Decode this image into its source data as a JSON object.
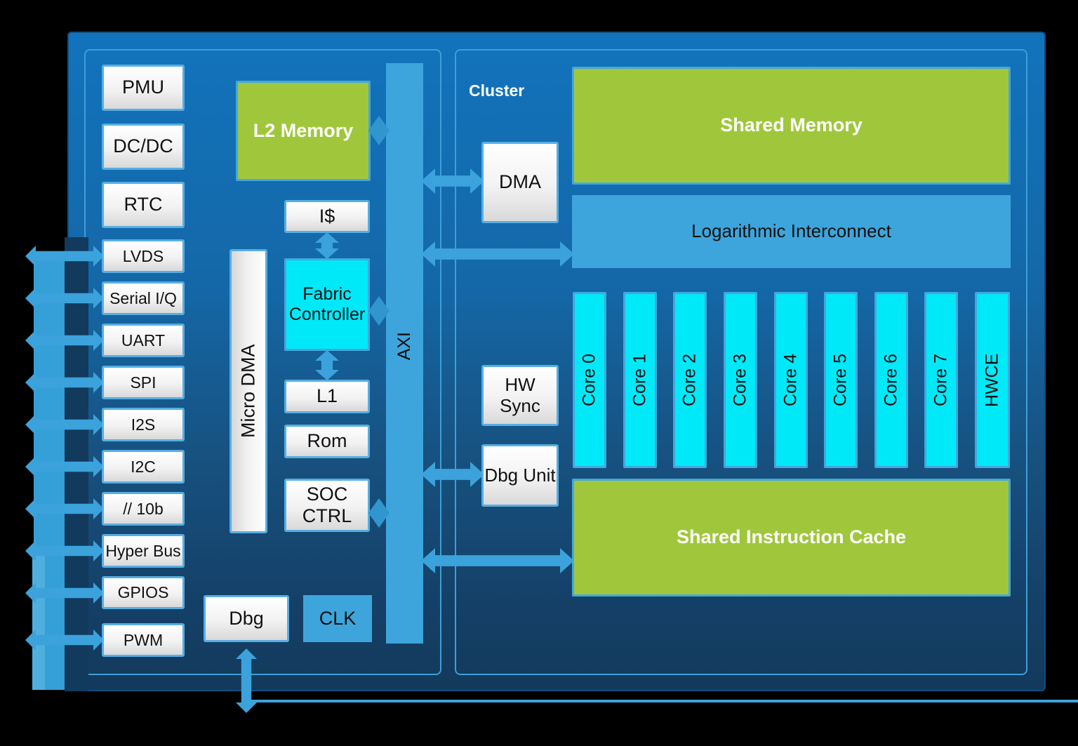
{
  "soc": {
    "power_boxes": [
      "PMU",
      "DC/DC",
      "RTC"
    ],
    "io_boxes": [
      "LVDS",
      "Serial I/Q",
      "UART",
      "SPI",
      "I2S",
      "I2C",
      "// 10b",
      "Hyper Bus",
      "GPIOS",
      "PWM"
    ],
    "l2_memory": "L2 Memory",
    "micro_dma": "Micro DMA",
    "icache": "I$",
    "fabric_controller": "Fabric Controller",
    "l1": "L1",
    "rom": "Rom",
    "soc_ctrl": "SOC CTRL",
    "dbg": "Dbg",
    "clk": "CLK",
    "axi": "AXI"
  },
  "cluster": {
    "label": "Cluster",
    "dma": "DMA",
    "shared_memory": "Shared Memory",
    "interconnect": "Logarithmic Interconnect",
    "hw_sync": "HW Sync",
    "dbg_unit": "Dbg Unit",
    "cores": [
      "Core 0",
      "Core 1",
      "Core 2",
      "Core 3",
      "Core 4",
      "Core 5",
      "Core 6",
      "Core 7"
    ],
    "hwce": "HWCE",
    "shared_icache": "Shared Instruction Cache"
  },
  "colors": {
    "background": "#000000",
    "chip_top": "#1273BC",
    "chip_bottom": "#133A5C",
    "memory_green": "#A0C73C",
    "core_cyan": "#00E9F9",
    "bus_blue": "#3BA2DB",
    "box_white": "#FFFFFF",
    "section_border": "#3E9FD8"
  }
}
